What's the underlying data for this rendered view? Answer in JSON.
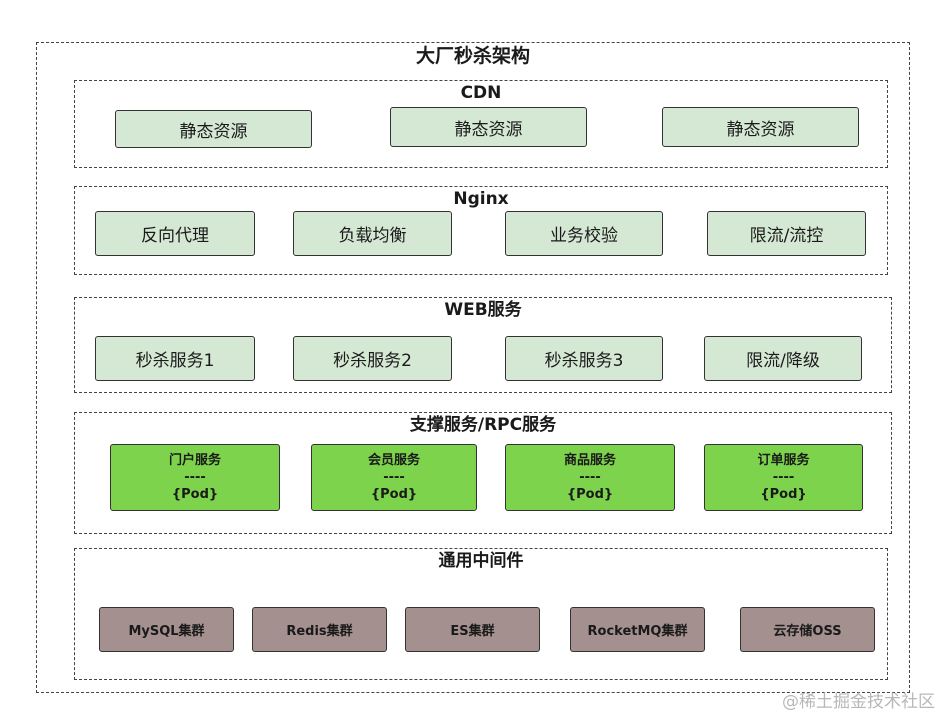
{
  "diagram": {
    "title": "大厂秒杀架构",
    "layers": {
      "cdn": {
        "title": "CDN",
        "items": [
          "静态资源",
          "静态资源",
          "静态资源"
        ]
      },
      "nginx": {
        "title": "Nginx",
        "items": [
          "反向代理",
          "负载均衡",
          "业务校验",
          "限流/流控"
        ]
      },
      "web": {
        "title": "WEB服务",
        "items": [
          "秒杀服务1",
          "秒杀服务2",
          "秒杀服务3",
          "限流/降级"
        ]
      },
      "rpc": {
        "title": "支撑服务/RPC服务",
        "items": [
          {
            "name": "门户服务",
            "sep": "----",
            "pod": "{Pod}"
          },
          {
            "name": "会员服务",
            "sep": "----",
            "pod": "{Pod}"
          },
          {
            "name": "商品服务",
            "sep": "----",
            "pod": "{Pod}"
          },
          {
            "name": "订单服务",
            "sep": "----",
            "pod": "{Pod}"
          }
        ]
      },
      "middleware": {
        "title": "通用中间件",
        "items": [
          "MySQL集群",
          "Redis集群",
          "ES集群",
          "RocketMQ集群",
          "云存储OSS"
        ]
      }
    }
  },
  "watermark": "@稀土掘金技术社区",
  "colors": {
    "light_green": "#d5e8d4",
    "green": "#7dd34c",
    "gray": "#a4908f"
  }
}
